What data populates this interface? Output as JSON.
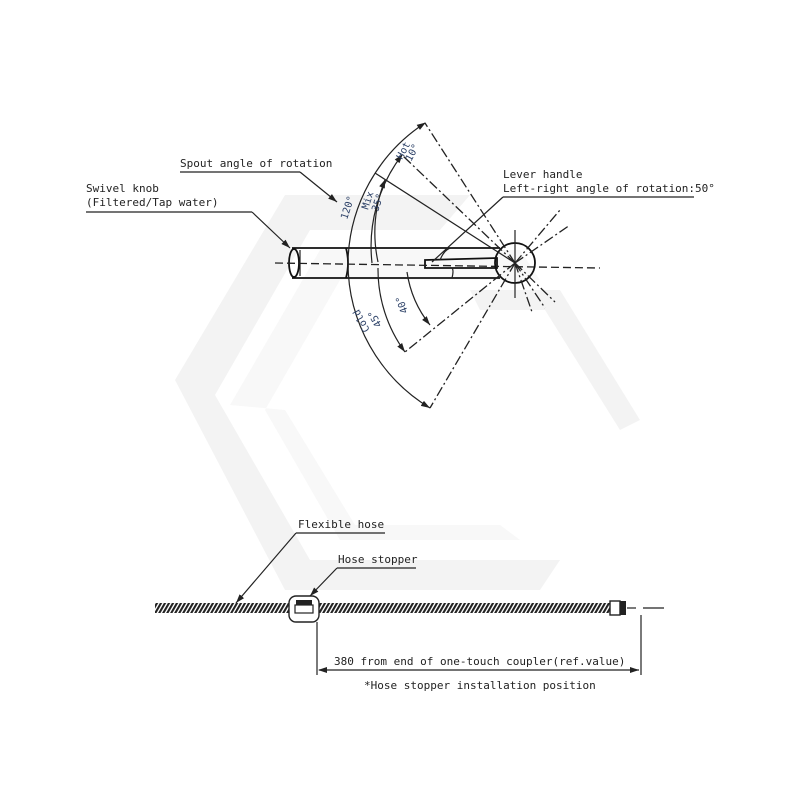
{
  "diagram": {
    "top_view": {
      "labels": {
        "spout_angle": "Spout angle of rotation",
        "swivel_knob_line1": "Swivel knob",
        "swivel_knob_line2": "(Filtered/Tap water)",
        "lever_handle_line1": "Lever handle",
        "lever_handle_line2": "Left-right angle of rotation:50°"
      },
      "angles": {
        "spout_total": "120°",
        "hot_label": "Hot",
        "hot_value": "10°",
        "mix_label": "Mix",
        "mix_value": "35°",
        "cold_label": "Cold",
        "cold_value": "45°",
        "lower": "40°"
      }
    },
    "hose_view": {
      "labels": {
        "flexible_hose": "Flexible hose",
        "hose_stopper": "Hose stopper",
        "dimension": "380 from end of one-touch coupler(ref.value)",
        "note": "*Hose stopper installation position"
      }
    },
    "colors": {
      "line": "#222222",
      "text_blue": "#2a3f66",
      "watermark": "#f2f2f2"
    }
  }
}
